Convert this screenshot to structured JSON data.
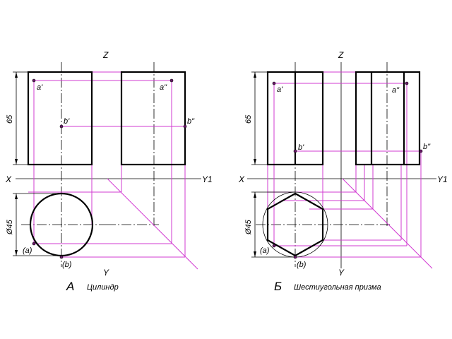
{
  "colors": {
    "construction": "#d23bd2",
    "outline": "#000000",
    "background": "#ffffff"
  },
  "drawing_a": {
    "axis_z": "Z",
    "axis_x": "X",
    "axis_y1": "Y1",
    "axis_y": "Y",
    "dim_height": "65",
    "dim_diameter": "Ø45",
    "pt_a1": "a'",
    "pt_a2": "a\"",
    "pt_b1": "b'",
    "pt_b2": "b\"",
    "pt_a": "(a)",
    "pt_b": "(b)",
    "letter": "А",
    "title": "Цилиндр"
  },
  "drawing_b": {
    "axis_z": "Z",
    "axis_x": "X",
    "axis_y1": "Y1",
    "axis_y": "Y",
    "dim_height": "65",
    "dim_diameter": "Ø45",
    "pt_a1": "a'",
    "pt_a2": "a\"",
    "pt_b1": "b'",
    "pt_b2": "b\"",
    "pt_a": "(a)",
    "pt_b": "(b)",
    "letter": "Б",
    "title": "Шестиугольная призма"
  }
}
